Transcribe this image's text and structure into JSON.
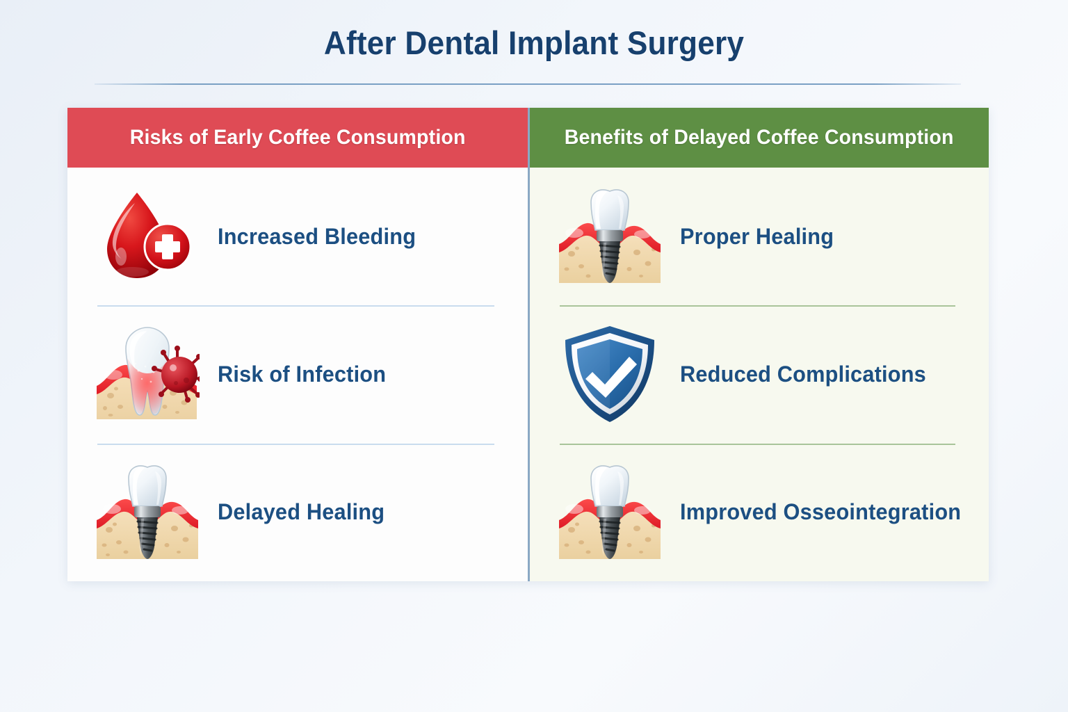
{
  "page": {
    "title": "After Dental Implant Surgery",
    "background_color": "#eef3f9",
    "title_color": "#17406e"
  },
  "columns": [
    {
      "id": "risks",
      "header": "Risks of Early Coffee Consumption",
      "header_color": "#df4b55",
      "panel_color": "#fdfdfd",
      "divider_color": "#c9dcee",
      "items": [
        {
          "icon": "blood-drop-icon",
          "label": "Increased Bleeding"
        },
        {
          "icon": "infected-tooth-icon",
          "label": "Risk of Infection"
        },
        {
          "icon": "dental-implant-icon",
          "label": "Delayed Healing"
        }
      ]
    },
    {
      "id": "benefits",
      "header": "Benefits of Delayed Coffee Consumption",
      "header_color": "#5e8f44",
      "panel_color": "#f7f9ef",
      "divider_color": "#a9c49a",
      "items": [
        {
          "icon": "dental-implant-icon",
          "label": "Proper Healing"
        },
        {
          "icon": "shield-check-icon",
          "label": "Reduced Complications"
        },
        {
          "icon": "dental-implant-icon",
          "label": "Improved Osseointegration"
        }
      ]
    }
  ]
}
